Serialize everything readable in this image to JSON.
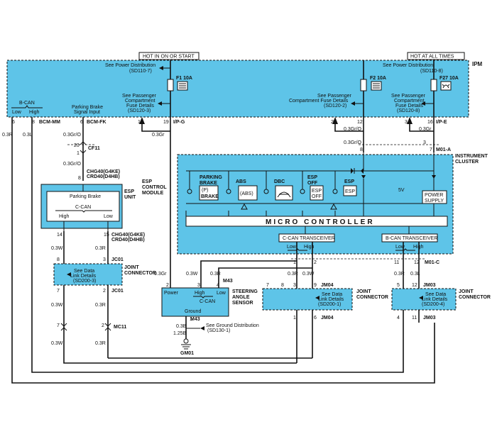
{
  "headers": {
    "hot_on_start": "HOT IN ON OR START",
    "hot_all_times": "HOT AT ALL TIMES"
  },
  "ipm": {
    "label": "IPM",
    "power_dist_1": "See Power Distribution",
    "power_dist_1_ref": "(SD110-7)",
    "power_dist_2": "See Power Distribution",
    "power_dist_2_ref": "(SD110-8)",
    "fuse_f1": "F1 10A",
    "fuse_f2": "F2 10A",
    "fuse_f27": "F27 10A",
    "pass_fuse_1a": "See Passenger",
    "pass_fuse_1b": "Compartment",
    "pass_fuse_1c": "Fuse Details",
    "pass_fuse_1d": "(SD120-3)",
    "pass_fuse_2a": "See Passenger",
    "pass_fuse_2b": "Compartment Fuse Details",
    "pass_fuse_2c": "(SD120-2)",
    "pass_fuse_3a": "See Passenger",
    "pass_fuse_3b": "Compartment",
    "pass_fuse_3c": "Fuse Details",
    "pass_fuse_3d": "(SD120-8)",
    "bcan": "B-CAN",
    "low": "Low",
    "high": "High",
    "parking_brake_1": "Parking Brake",
    "parking_brake_2": "Signal Input",
    "pin_6a": "6",
    "pin_8a": "8",
    "conn_bcm_mm": "BCM-MM",
    "pin_6b": "6",
    "conn_bcm_fk": "BCM-FK",
    "pin_19": "19",
    "conn_ip_g": "I/P-G",
    "pin_12": "12",
    "pin_16": "16",
    "conn_ip_e": "I/P-E",
    "pin_1": "1",
    "pin_2": "2",
    "pin_3": "3"
  },
  "wires": {
    "w_03r_a": "0.3R",
    "w_03l_a": "0.3L",
    "w_03gro_a": "0.3Gr/O",
    "w_03gro_b": "0.3Gr/O",
    "w_03gro_c": "0.3Gr/O",
    "w_03gro_d": "0.3Gr/O",
    "w_03gr": "0.3Gr",
    "w_03w_a": "0.3W",
    "w_03r_b": "0.3R",
    "w_03w_b": "0.3W",
    "w_03r_c": "0.3R",
    "w_03w_c": "0.3W",
    "w_03r_d": "0.3R",
    "w_03gr_b": "0.3Gr",
    "w_03w_d": "0.3W",
    "w_03r_e": "0.3R",
    "w_03r_f": "0.3R",
    "w_03w_e": "0.3W",
    "w_03b": "0.3B",
    "w_125b": "1.25B"
  },
  "connectors": {
    "cf11_20": "20",
    "cf11_1": "1",
    "cf11": "CF11",
    "chg40_top": "CHG40(G4KE)",
    "crd40_top": "CRD40(D4HB)",
    "pin_8c": "8",
    "pin_14": "14",
    "pin_15": "15",
    "chg40_bot": "CHG40(G4KE)",
    "crd40_bot": "CRD40(D4HB)",
    "jc01_8": "8",
    "jc01_3": "3",
    "jc01": "JC01",
    "jc01b_7": "7",
    "jc01b_2": "2",
    "jc01b": "JC01",
    "mc11_7": "7",
    "mc11_2": "2",
    "mc11": "MC11",
    "m01a_8": "8",
    "m01a_7": "7",
    "m01a": "M01-A",
    "m43_2": "2",
    "m43_3": "3",
    "m43_4": "4",
    "m43": "M43",
    "m43b_1": "1",
    "m43b": "M43",
    "jm04_1": "1",
    "jm04_2": "2",
    "jm04_7": "7",
    "jm04_8": "8",
    "jm04_9": "9",
    "jm04_3": "3",
    "jm04": "JM04",
    "jm04b_1": "1",
    "jm04b_6": "6",
    "jm04b": "JM04",
    "m01c_11": "11",
    "m01c_12": "12",
    "m01c": "M01-C",
    "jm03_5": "5",
    "jm03_12": "12",
    "jm03": "JM03",
    "jm03b_4": "4",
    "jm03b_11": "11",
    "jm03b": "JM03",
    "gm01": "GM01",
    "pin_1b": "1",
    "pin_2b": "2"
  },
  "esp": {
    "module_1": "ESP",
    "module_2": "CONTROL",
    "module_3": "MODULE",
    "unit_1": "ESP",
    "unit_2": "UNIT",
    "parking_brake": "Parking Brake",
    "ccan": "C-CAN",
    "high": "High",
    "low": "Low"
  },
  "joint_connector": {
    "label_1": "JOINT",
    "label_2": "CONNECTOR",
    "see_1": "See Data",
    "see_2": "Link Details",
    "ref_jc01": "(SD200-3)",
    "ref_jm04": "(SD200-1)",
    "ref_jm03": "(SD200-4)"
  },
  "sas": {
    "label_1": "STEERING",
    "label_2": "ANGLE",
    "label_3": "SENSOR",
    "power": "Power",
    "high": "High",
    "low": "Low",
    "ccan": "C-CAN",
    "ground": "Ground"
  },
  "ground": {
    "see": "See Ground Distribution",
    "ref": "(SD130-1)"
  },
  "cluster": {
    "label_1": "INSTRUMENT",
    "label_2": "CLUSTER",
    "parking_1": "PARKING",
    "parking_2": "BRAKE",
    "parking_icon": "(P)",
    "parking_word": "BRAKE",
    "abs": "ABS",
    "abs_icon": "(ABS)",
    "dbc": "DBC",
    "esp_off_1": "ESP",
    "esp_off_2": "OFF",
    "esp_off_icon_1": "ESP",
    "esp_off_icon_2": "OFF",
    "esp": "ESP",
    "esp_icon": "ESP",
    "v5": "5V",
    "power_1": "POWER",
    "power_2": "SUPPLY",
    "micro": "MICRO CONTROLLER",
    "ccan_tr": "C-CAN TRANSCEIVER",
    "bcan_tr": "B-CAN TRANSCEIVER",
    "low_a": "Low",
    "high_a": "High",
    "low_b": "Low",
    "high_b": "High"
  },
  "colors": {
    "box_fill": "#5ec4e8",
    "line": "#111111"
  }
}
